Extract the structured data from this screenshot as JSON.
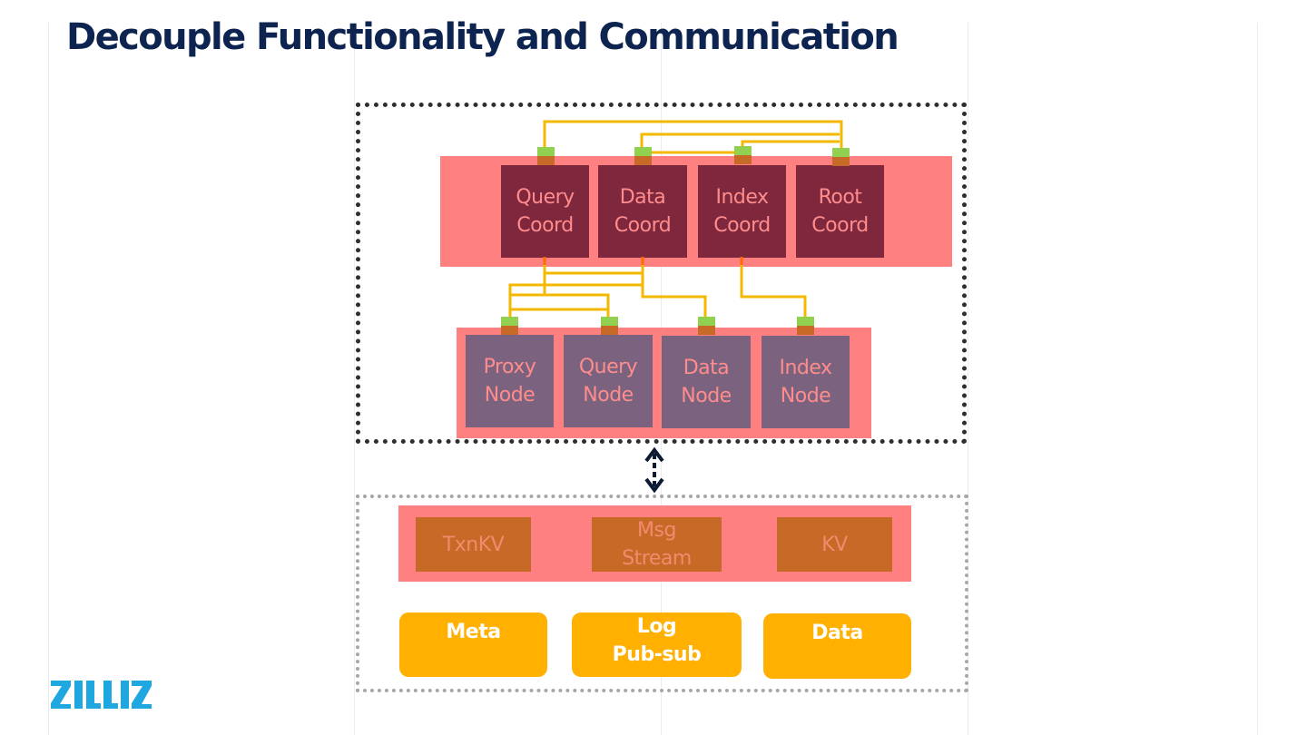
{
  "slide": {
    "title": "Decouple Functionality and Communication",
    "logo": "ZILLIZ"
  },
  "coordinators": [
    {
      "label": "Query\nCoord"
    },
    {
      "label": "Data\nCoord"
    },
    {
      "label": "Index\nCoord"
    },
    {
      "label": "Root\nCoord"
    }
  ],
  "worker_nodes": [
    {
      "label": "Proxy\nNode"
    },
    {
      "label": "Query\nNode"
    },
    {
      "label": "Data\nNode"
    },
    {
      "label": "Index\nNode"
    }
  ],
  "storage_services": [
    {
      "label": "TxnKV"
    },
    {
      "label": "Msg\nStream"
    },
    {
      "label": "KV"
    }
  ],
  "infrastructure": [
    {
      "label": "Meta"
    },
    {
      "label": "Log\nPub-sub"
    },
    {
      "label": "Data"
    }
  ],
  "connections": [
    {
      "from": "Query Coord",
      "to": "Root Coord"
    },
    {
      "from": "Data Coord",
      "to": "Root Coord"
    },
    {
      "from": "Index Coord",
      "to": "Root Coord"
    },
    {
      "from": "Data Coord",
      "to": "Index Coord"
    },
    {
      "from": "Query Coord",
      "to": "Proxy Node"
    },
    {
      "from": "Query Coord",
      "to": "Query Node"
    },
    {
      "from": "Data Coord",
      "to": "Proxy Node"
    },
    {
      "from": "Data Coord",
      "to": "Data Node"
    },
    {
      "from": "Index Coord",
      "to": "Index Node"
    },
    {
      "from": "Proxy Node",
      "to": "Query Node"
    }
  ],
  "colors": {
    "title": "#0d2350",
    "band": "#ff8080",
    "coordinator": "#7e273d",
    "worker": "#7b6380",
    "storage": "#c86a27",
    "infrastructure": "#ffb000",
    "wire": "#f5b800",
    "port_top": "#92d050",
    "port_bottom": "#c86a27",
    "logo": "#1fa8e0"
  }
}
